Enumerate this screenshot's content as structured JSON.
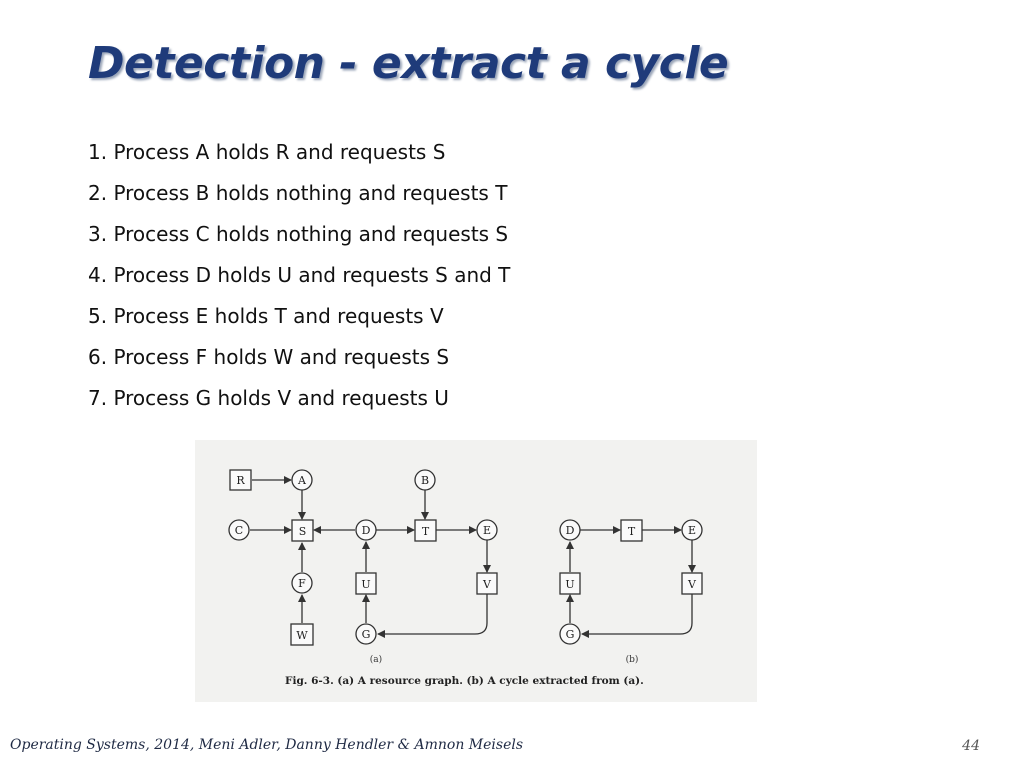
{
  "slide": {
    "title": "Detection - extract a cycle",
    "items": [
      "1. Process A holds R and requests S",
      "2. Process B holds nothing and requests T",
      "3. Process C holds nothing and requests S",
      "4. Process D holds U and requests S and T",
      "5. Process E holds T and requests V",
      "6. Process F holds W and requests S",
      "7. Process G holds V and requests U"
    ]
  },
  "figure": {
    "caption": "Fig. 6-3. (a) A resource graph. (b) A cycle extracted from (a).",
    "panel_a_label": "(a)",
    "panel_b_label": "(b)",
    "nodes_a": {
      "R": "R",
      "A": "A",
      "B": "B",
      "C": "C",
      "S": "S",
      "D": "D",
      "T": "T",
      "E": "E",
      "F": "F",
      "U": "U",
      "V": "V",
      "W": "W",
      "G": "G"
    },
    "nodes_b": {
      "D": "D",
      "T": "T",
      "E": "E",
      "U": "U",
      "V": "V",
      "G": "G"
    }
  },
  "footer": {
    "credit": "Operating Systems, 2014, Meni Adler, Danny Hendler & Amnon Meisels",
    "page": "44"
  }
}
